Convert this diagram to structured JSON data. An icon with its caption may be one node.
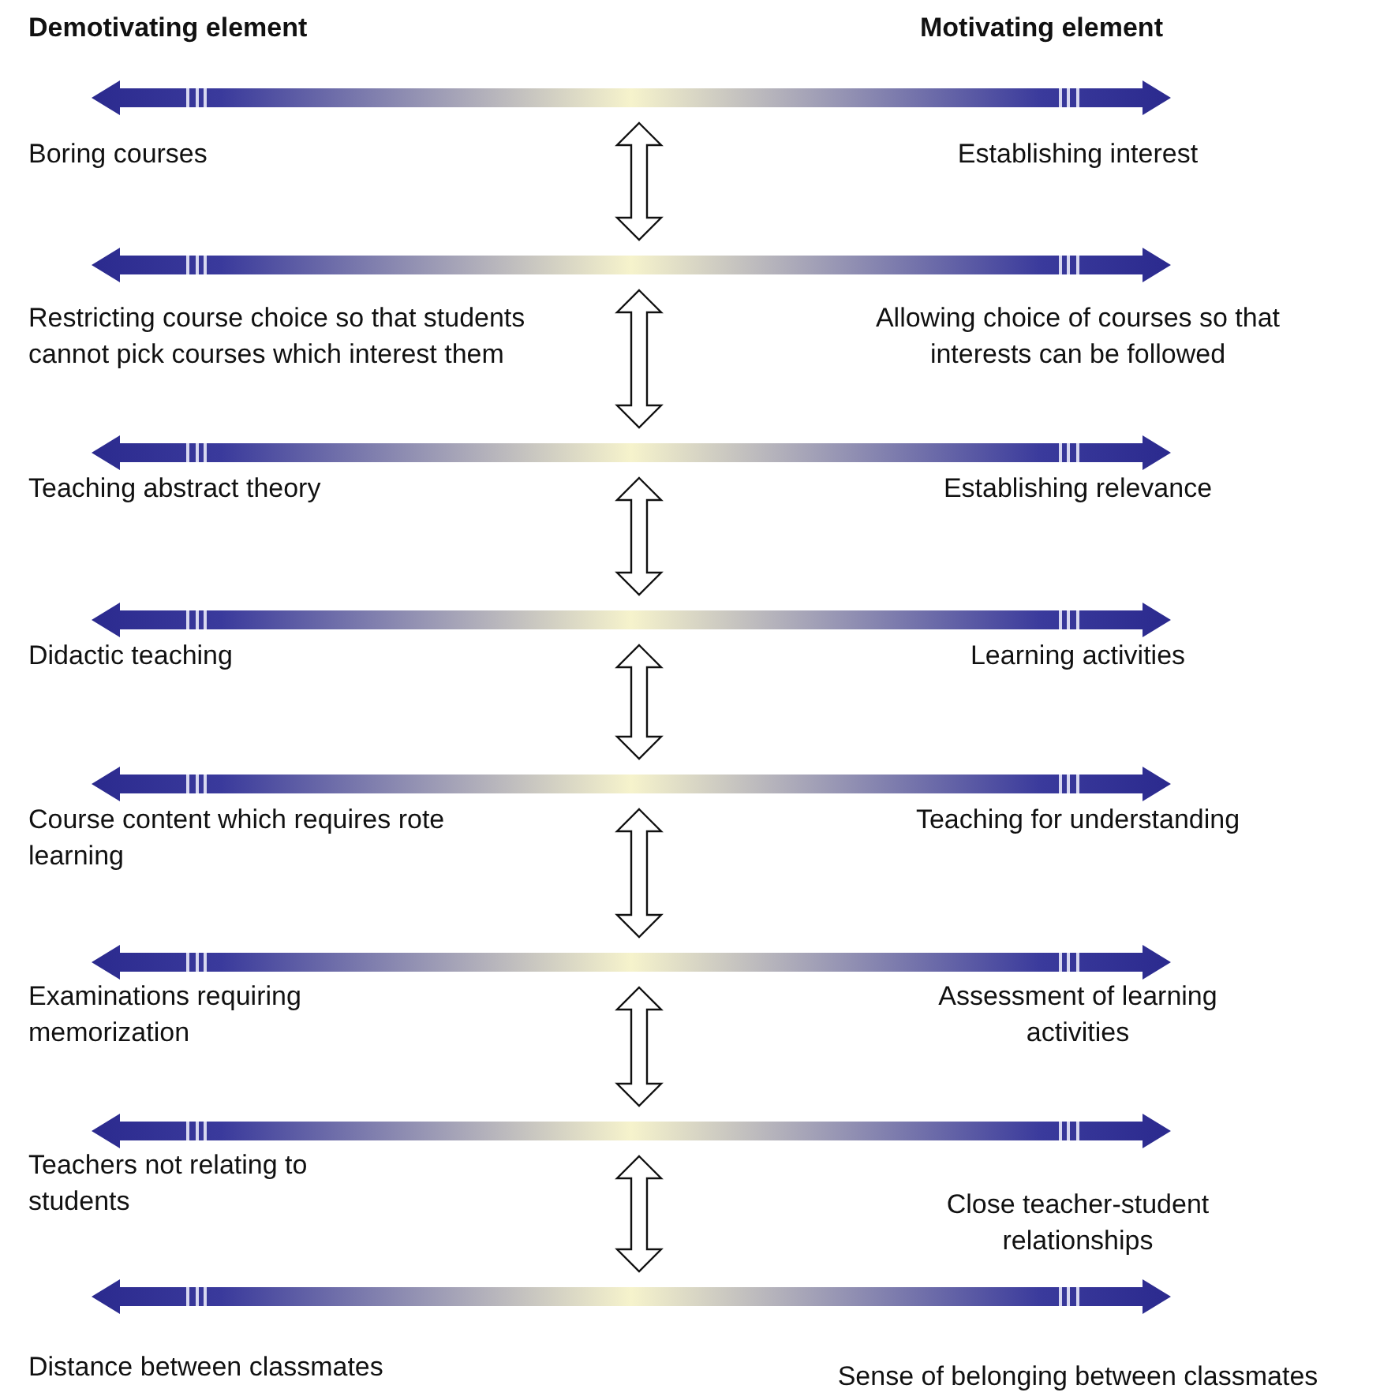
{
  "diagram": {
    "labels": [
      "Demotivating element",
      "Motivating element",
      "Boring courses",
      "Establishing interest",
      "Restricting course choice so that students cannot pick courses which interest them",
      "Allowing choice of courses so that interests can be followed",
      "Teaching abstract theory",
      "Establishing relevance",
      "Didactic teaching",
      "Learning activities",
      "Course content which requires rote learning",
      "Teaching for understanding",
      "Examinations requiring memorization",
      "Assessment of learning activities",
      "Teachers not relating to students",
      "Close teacher-student relationships",
      "Distance between classmates",
      "Sense of belonging between classmates"
    ]
  }
}
